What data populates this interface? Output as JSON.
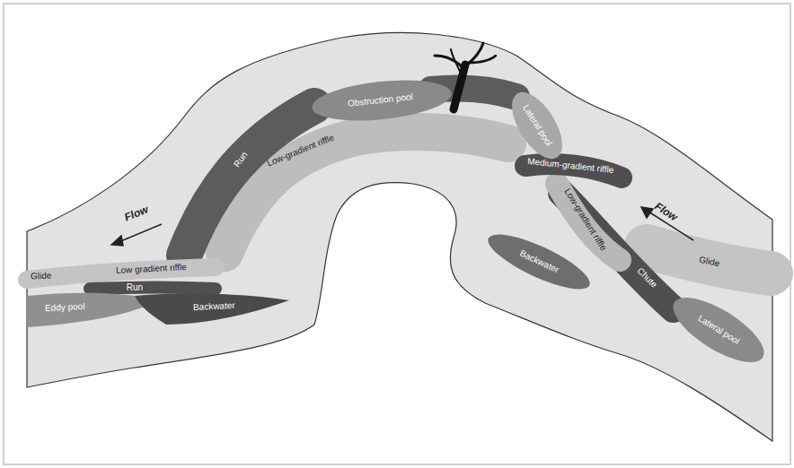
{
  "diagram": {
    "nodes": [
      {
        "text": [
          "Run"
        ]
      },
      {
        "text": [
          "Obstruction pool"
        ]
      },
      {
        "text": [
          "Low-gradient riffle"
        ]
      },
      {
        "text": [
          "Lateral pool"
        ]
      },
      {
        "text": [
          "Medium-gradient riffle"
        ]
      },
      {
        "text": [
          "Low-gradient riffle"
        ]
      },
      {
        "text": [
          "Backwater"
        ]
      },
      {
        "text": [
          "Chute"
        ]
      },
      {
        "text": [
          "Glide"
        ]
      },
      {
        "text": [
          "Lateral pool"
        ]
      },
      {
        "text": [
          "Glide"
        ]
      },
      {
        "text": [
          "Low gradient riffle"
        ]
      },
      {
        "text": [
          "Run"
        ]
      },
      {
        "text": [
          "Eddy pool"
        ]
      },
      {
        "text": [
          "Backwater"
        ]
      }
    ],
    "labels": [
      "Flow",
      "Flow"
    ]
  }
}
